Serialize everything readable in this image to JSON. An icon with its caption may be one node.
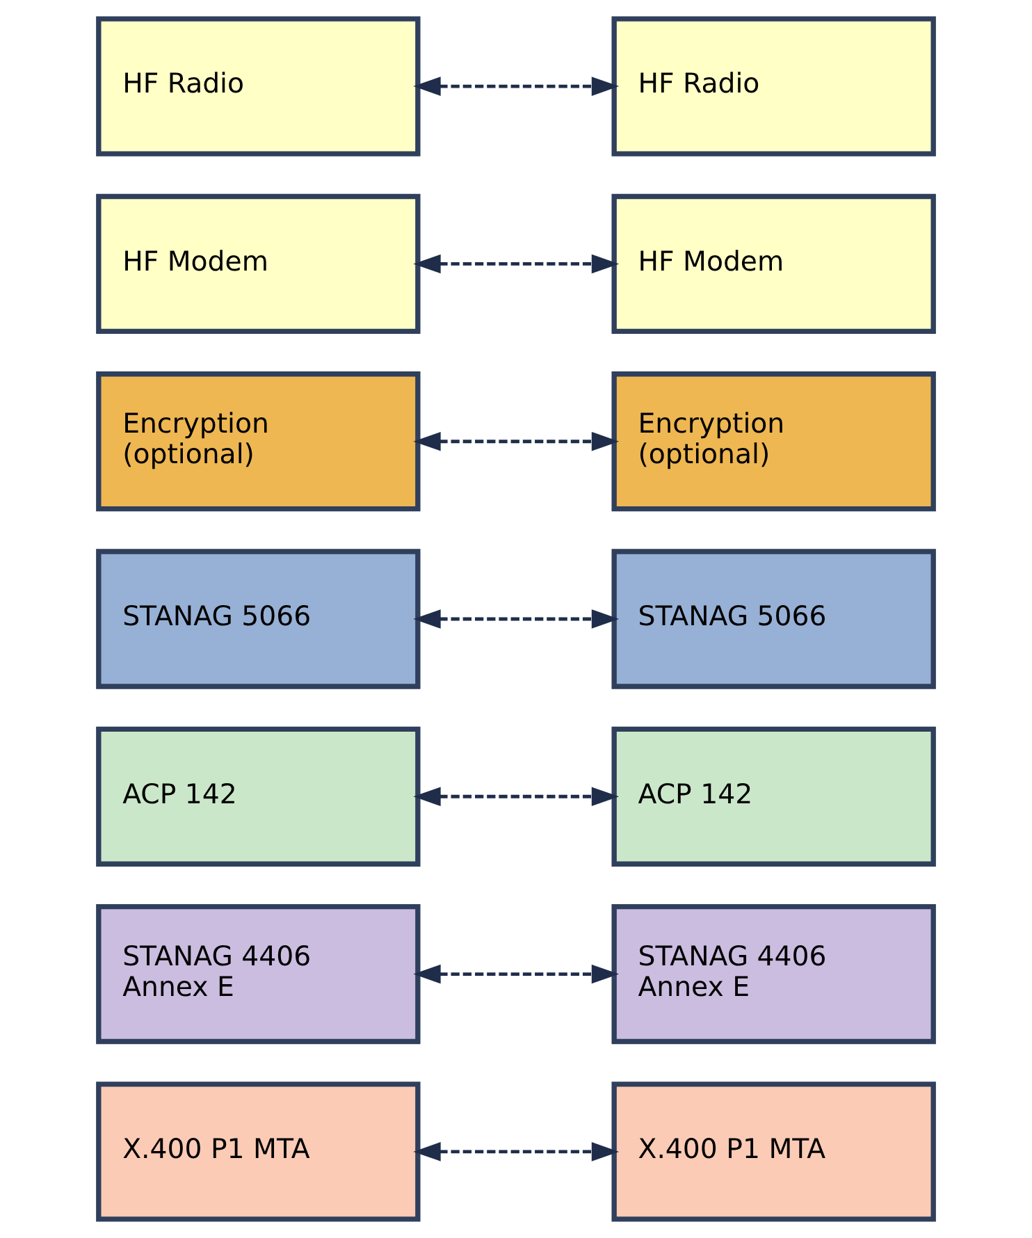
{
  "diagram": {
    "nodes": [
      {
        "text": [
          "X.400 P1 MTA"
        ]
      },
      {
        "text": [
          "X.400 P1 MTA"
        ]
      },
      {
        "text": [
          "STANAG 4406 Annex E"
        ]
      },
      {
        "text": [
          "STANAG 4406 Annex E"
        ]
      },
      {
        "text": [
          "ACP 142"
        ]
      },
      {
        "text": [
          "ACP 142"
        ]
      },
      {
        "text": [
          "STANAG 5066"
        ]
      },
      {
        "text": [
          "STANAG 5066"
        ]
      },
      {
        "text": [
          "Encryption (optional)"
        ]
      },
      {
        "text": [
          "Encryption (optional)"
        ]
      },
      {
        "text": [
          "HF Modem"
        ]
      },
      {
        "text": [
          "HF Modem"
        ]
      },
      {
        "text": [
          "HF Radio"
        ]
      },
      {
        "text": [
          "HF Radio"
        ]
      }
    ],
    "edges": [
      {
        "from": 0,
        "to": 1,
        "arrow": "both",
        "style": "dashed"
      },
      {
        "from": 2,
        "to": 3,
        "arrow": "both",
        "style": "dashed"
      },
      {
        "from": 4,
        "to": 5,
        "arrow": "both",
        "style": "dashed"
      },
      {
        "from": 6,
        "to": 7,
        "arrow": "both",
        "style": "dashed"
      },
      {
        "from": 8,
        "to": 9,
        "arrow": "both",
        "style": "dashed"
      },
      {
        "from": 10,
        "to": 11,
        "arrow": "both",
        "style": "dashed"
      },
      {
        "from": 12,
        "to": 13,
        "arrow": "both",
        "style": "dashed"
      }
    ]
  }
}
